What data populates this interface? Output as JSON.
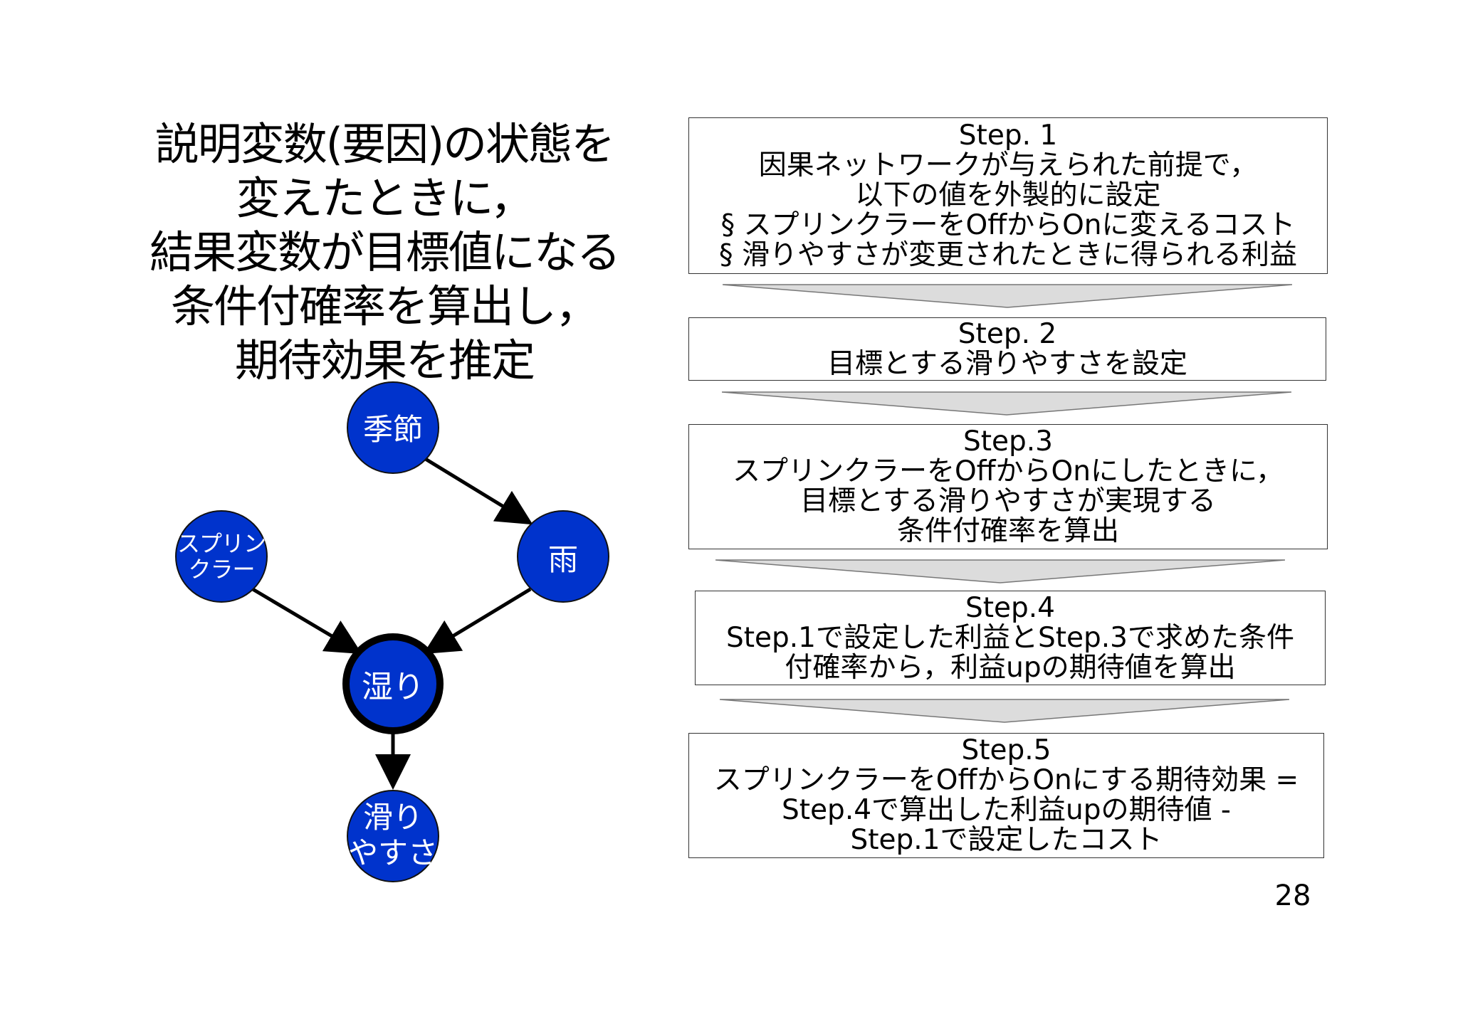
{
  "title": "説明変数(要因)の状態を\n変えたときに，\n結果変数が目標値になる\n条件付確率を算出し，\n期待効果を推定",
  "graph": {
    "node_color": "#0033cc",
    "nodes": {
      "season": "季節",
      "rain": "雨",
      "sprinkler": "スプリン\nクラー",
      "wet": "湿り",
      "slippery": "滑り\nやすさ"
    }
  },
  "steps": [
    {
      "heading": "Step. 1",
      "lines": [
        "因果ネットワークが与えられた前提で，",
        "以下の値を外製的に設定",
        "§ スプリンクラーをOffからOnに変えるコスト",
        "§ 滑りやすさが変更されたときに得られる利益"
      ]
    },
    {
      "heading": "Step. 2",
      "lines": [
        "目標とする滑りやすさを設定"
      ]
    },
    {
      "heading": "Step.3",
      "lines": [
        "スプリンクラーをOffからOnにしたときに，",
        "目標とする滑りやすさが実現する",
        "条件付確率を算出"
      ]
    },
    {
      "heading": "Step.4",
      "lines": [
        "Step.1で設定した利益とStep.3で求めた条件",
        "付確率から，利益upの期待値を算出"
      ]
    },
    {
      "heading": "Step.5",
      "lines": [
        "スプリンクラーをOffからOnにする期待効果 =",
        "Step.4で算出した利益upの期待値 -",
        "Step.1で設定したコスト"
      ]
    }
  ],
  "page_number": "28"
}
